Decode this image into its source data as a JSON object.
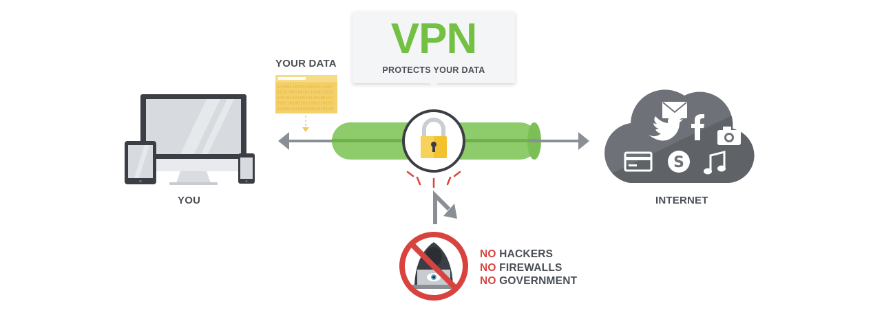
{
  "labels": {
    "you": "YOU",
    "your_data": "YOUR DATA",
    "internet": "INTERNET"
  },
  "vpn_callout": {
    "title": "VPN",
    "subtitle": "PROTECTS YOUR DATA"
  },
  "threats": [
    {
      "prefix": "NO",
      "text": "HACKERS"
    },
    {
      "prefix": "NO",
      "text": "FIREWALLS"
    },
    {
      "prefix": "NO",
      "text": "GOVERNMENT"
    }
  ],
  "file_binary": [
    "1010011010110010111001",
    "0110100110101101011010",
    "1001011010010110100101",
    "0101101001011010110101",
    "1010010110101001010110"
  ],
  "colors": {
    "tunnel_green": "#8ecb6a",
    "tunnel_dark": "#6fb24b",
    "vpn_green": "#74c043",
    "arrow_gray": "#8a8f96",
    "device_dark": "#3b3f45",
    "screen_gray": "#d7dbdf",
    "cloud_gray": "#6e7278",
    "folder_yellow": "#f4d06b",
    "lock_gold": "#f2c230",
    "warning_red": "#d9433f"
  },
  "icons": {
    "devices": "computer-tablet-phone-icon",
    "file": "data-folder-icon",
    "lock": "padlock-icon",
    "hacker": "hooded-hacker-icon",
    "cloud_services": [
      "mail-icon",
      "twitter-icon",
      "facebook-icon",
      "camera-icon",
      "credit-card-icon",
      "skype-icon",
      "music-icon"
    ]
  }
}
